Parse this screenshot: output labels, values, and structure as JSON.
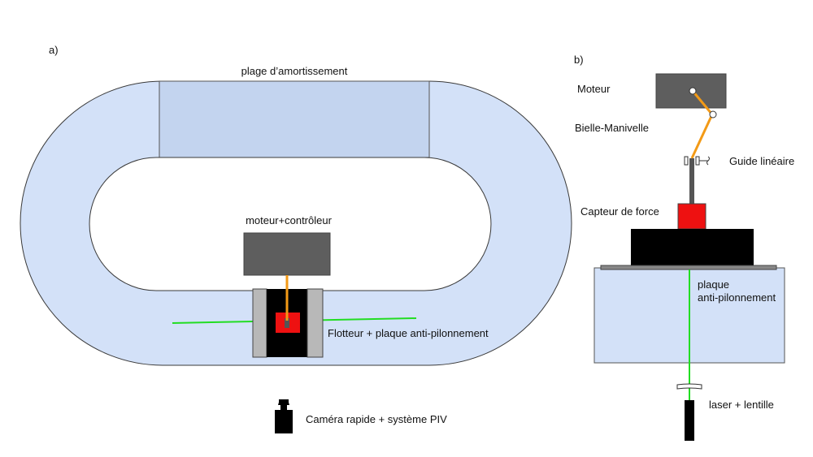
{
  "panel_a": {
    "label": "a)",
    "damping_zone_label": "plage d’amortissement",
    "motor_label": "moteur+contrôleur",
    "float_label": "Flotteur + plaque anti-pilonnement",
    "camera_label": "Caméra rapide + système PIV"
  },
  "panel_b": {
    "label": "b)",
    "motor_label": "Moteur",
    "crank_label": "Bielle-Manivelle",
    "guide_label": "Guide linéaire",
    "force_sensor_label": "Capteur de force",
    "plate_label_line1": "plaque",
    "plate_label_line2": "anti-pilonnement",
    "laser_label": "laser + lentille"
  },
  "colors": {
    "tank_fill": "#d3e1f8",
    "tank_stroke": "#3a3a3a",
    "damping_fill": "#c3d4ef",
    "motor_fill": "#5e5e5e",
    "rod_orange": "#f39a16",
    "laser_green": "#22dd22",
    "sensor_red": "#ee1111",
    "float_black": "#000000",
    "float_side_grey": "#b8b8b8"
  }
}
